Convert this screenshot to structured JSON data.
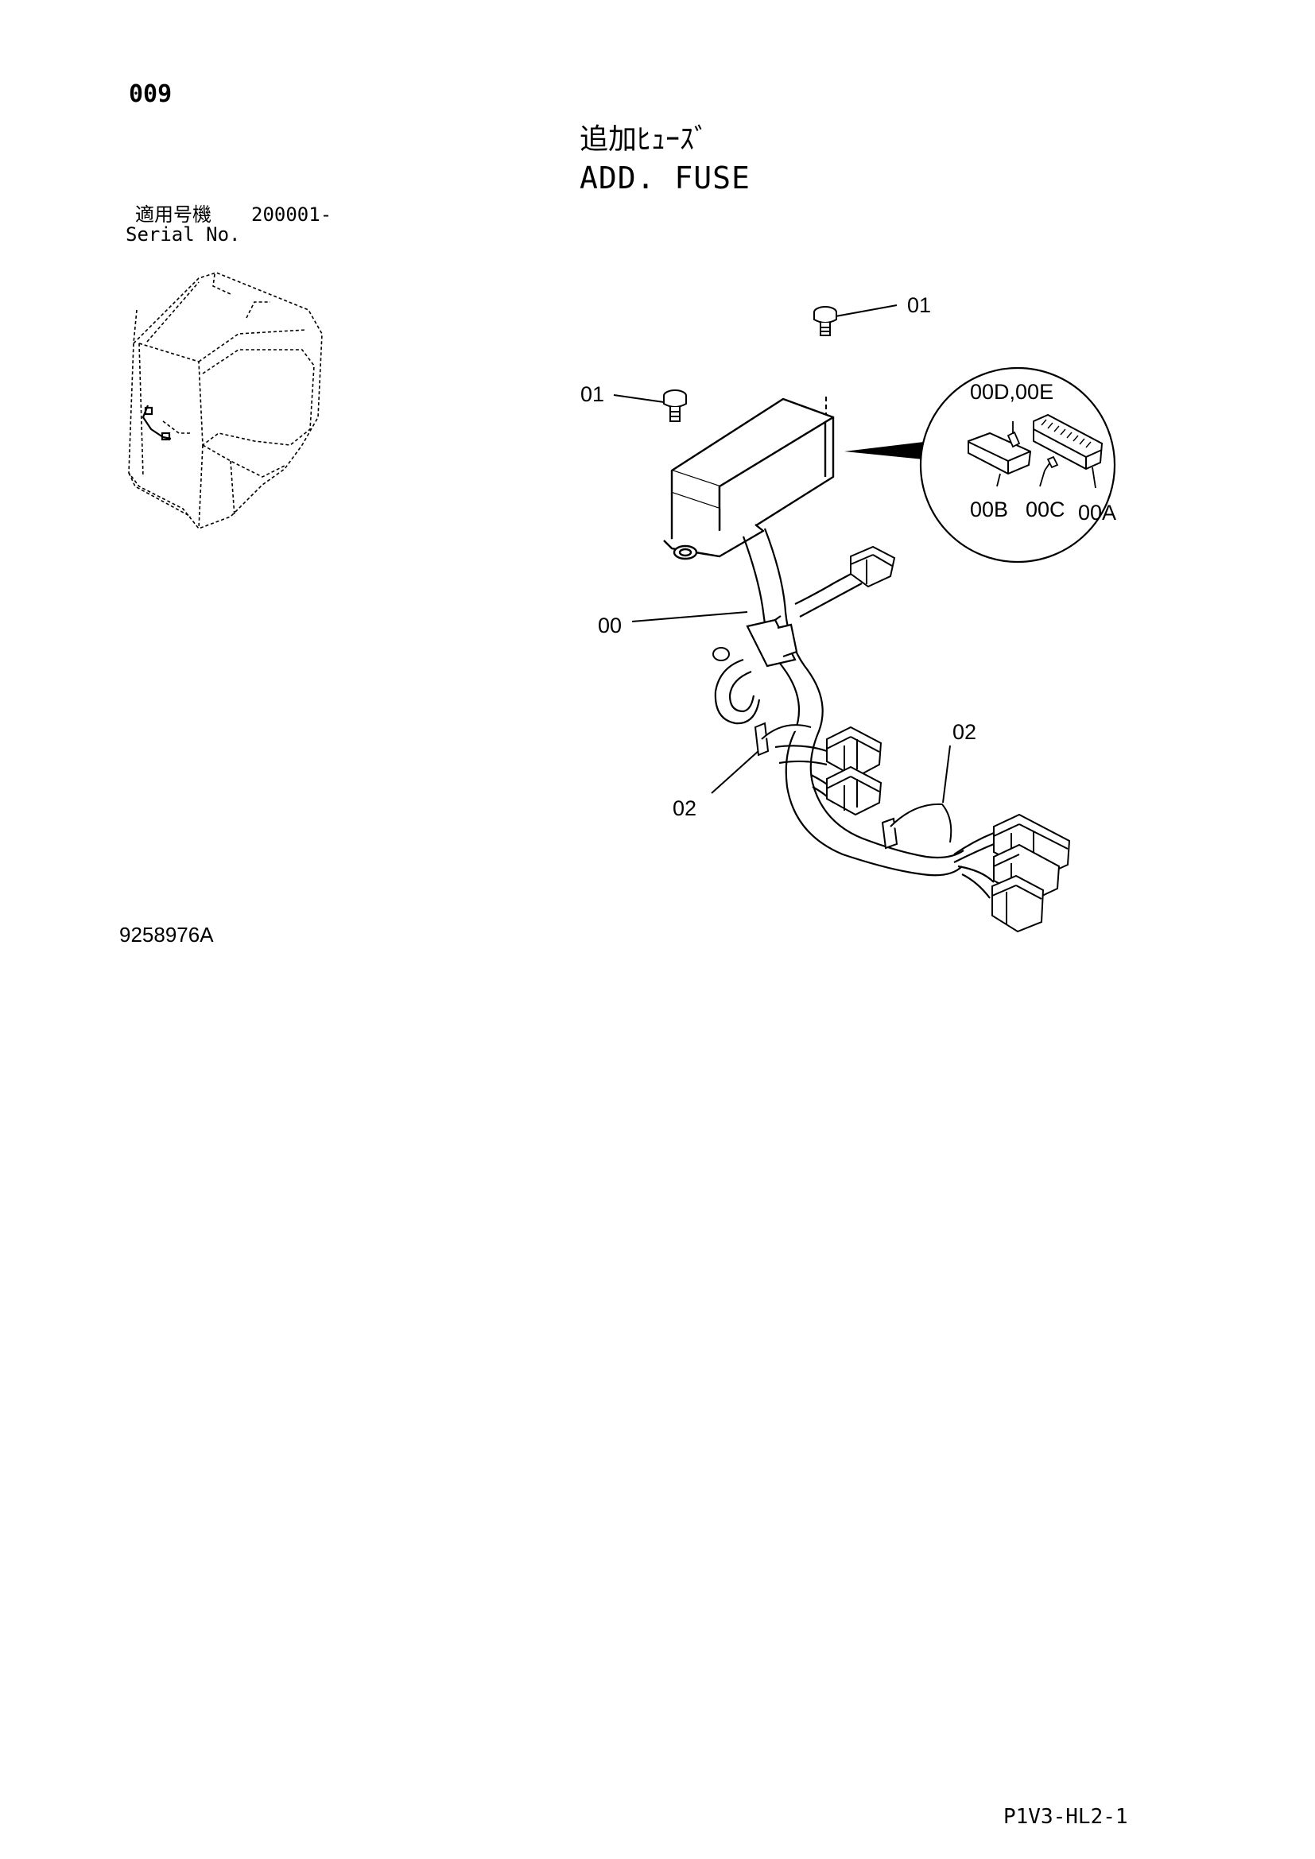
{
  "page_number": "009",
  "title": {
    "japanese": "追加ﾋｭｰｽﾞ",
    "english": "ADD. FUSE"
  },
  "serial": {
    "label_japanese": "適用号機",
    "number": "200001-",
    "label_english": "Serial No."
  },
  "callouts": {
    "screw_top": "01",
    "screw_left": "01",
    "detail_fuse_d_e": "00D,00E",
    "detail_b": "00B",
    "detail_c": "00C",
    "detail_a": "00A",
    "harness": "00",
    "clamp_left": "02",
    "clamp_right": "02"
  },
  "drawing_number": "9258976A",
  "page_reference": "P1V3-HL2-1",
  "colors": {
    "ink": "#000000",
    "background": "#ffffff"
  }
}
